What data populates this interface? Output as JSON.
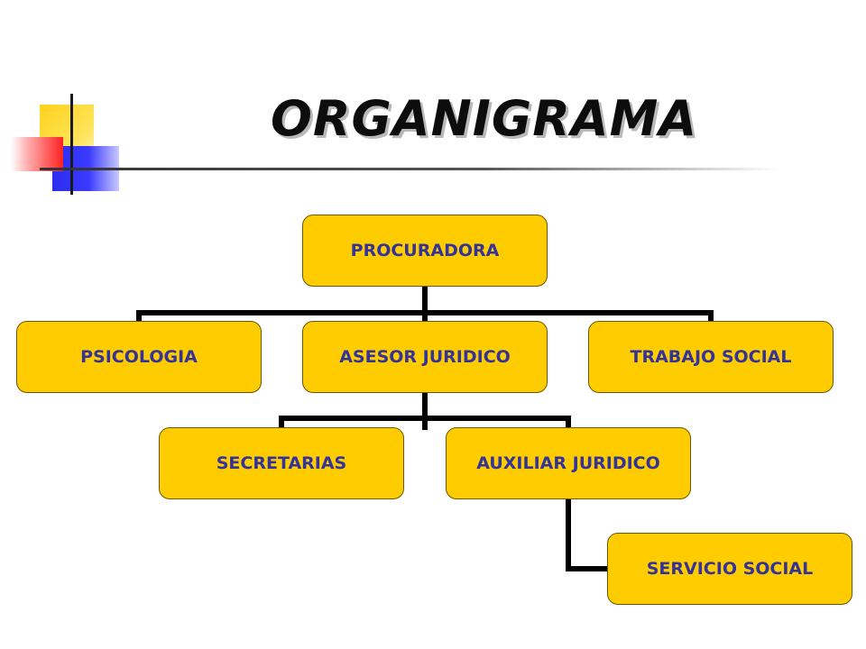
{
  "title": "ORGANIGRAMA",
  "colors": {
    "node_fill": "#ffcc00",
    "node_text": "#333399",
    "connector": "#000000"
  },
  "nodes": {
    "root": "PROCURADORA",
    "psicologia": "PSICOLOGIA",
    "asesor": "ASESOR JURIDICO",
    "trabajo": "TRABAJO SOCIAL",
    "secretarias": "SECRETARIAS",
    "auxiliar": "AUXILIAR JURIDICO",
    "servicio": "SERVICIO SOCIAL"
  },
  "edges": [
    [
      "root",
      "psicologia"
    ],
    [
      "root",
      "asesor"
    ],
    [
      "root",
      "trabajo"
    ],
    [
      "asesor",
      "secretarias"
    ],
    [
      "asesor",
      "auxiliar"
    ],
    [
      "auxiliar",
      "servicio"
    ]
  ]
}
